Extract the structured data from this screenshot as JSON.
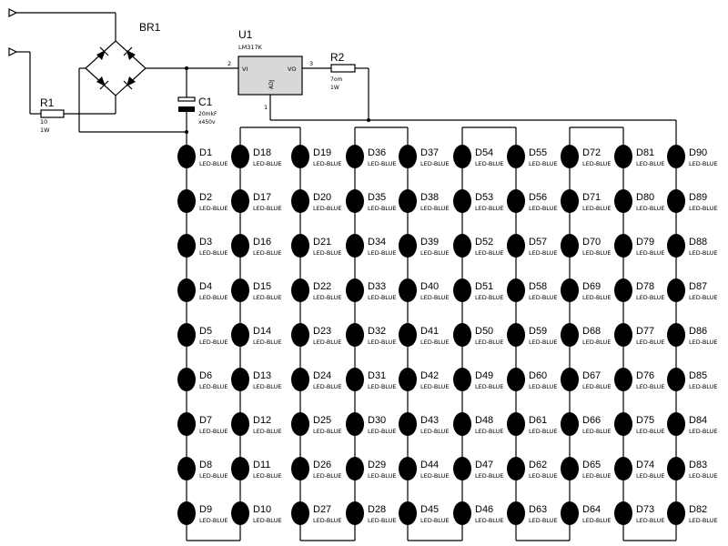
{
  "bridge": {
    "ref": "BR1"
  },
  "resistor1": {
    "ref": "R1",
    "value": "10",
    "power": "1W"
  },
  "capacitor1": {
    "ref": "C1",
    "value": "20mkF",
    "voltage": "x450v"
  },
  "regulator": {
    "ref": "U1",
    "part": "LM317K",
    "pin_in_label": "VI",
    "pin_out_label": "VO",
    "pin_adj_label": "ADJ",
    "pin_in_num": "2",
    "pin_out_num": "3",
    "pin_adj_num": "1"
  },
  "resistor2": {
    "ref": "R2",
    "value": "7om",
    "power": "1W"
  },
  "led_type": "LED-BLUE",
  "led_columns": [
    [
      "D1",
      "D2",
      "D3",
      "D4",
      "D5",
      "D6",
      "D7",
      "D8",
      "D9"
    ],
    [
      "D18",
      "D17",
      "D16",
      "D15",
      "D14",
      "D13",
      "D12",
      "D11",
      "D10"
    ],
    [
      "D19",
      "D20",
      "D21",
      "D22",
      "D23",
      "D24",
      "D25",
      "D26",
      "D27"
    ],
    [
      "D36",
      "D35",
      "D34",
      "D33",
      "D32",
      "D31",
      "D30",
      "D29",
      "D28"
    ],
    [
      "D37",
      "D38",
      "D39",
      "D40",
      "D41",
      "D42",
      "D43",
      "D44",
      "D45"
    ],
    [
      "D54",
      "D53",
      "D52",
      "D51",
      "D50",
      "D49",
      "D48",
      "D47",
      "D46"
    ],
    [
      "D55",
      "D56",
      "D57",
      "D58",
      "D59",
      "D60",
      "D61",
      "D62",
      "D63"
    ],
    [
      "D72",
      "D71",
      "D70",
      "D69",
      "D68",
      "D67",
      "D66",
      "D65",
      "D64"
    ],
    [
      "D81",
      "D80",
      "D79",
      "D78",
      "D77",
      "D76",
      "D75",
      "D74",
      "D73"
    ],
    [
      "D90",
      "D89",
      "D88",
      "D87",
      "D86",
      "D85",
      "D84",
      "D83",
      "D82"
    ]
  ]
}
